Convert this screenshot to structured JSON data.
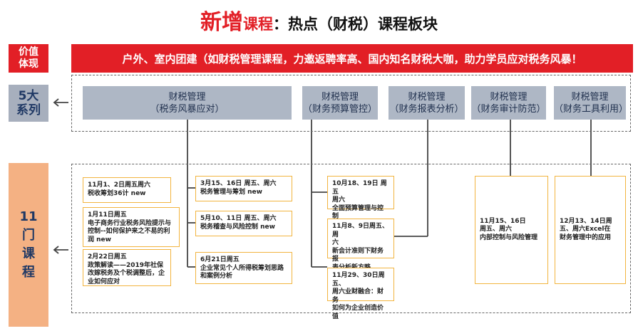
{
  "title": {
    "part1": "新增",
    "part2": "课程",
    "part3": "：热点（财税）课程板块"
  },
  "side_labels": {
    "value": {
      "line1": "价值",
      "line2": "体现"
    },
    "series": {
      "line1": "5大",
      "line2": "系列"
    },
    "courses": {
      "line1": "11",
      "line2": "门",
      "line3": "课",
      "line4": "程"
    }
  },
  "banner": "户外、室内团建（如财税管理课程，力邀返聘率高、国内知名财税大咖，助力学员应对税务风暴！",
  "categories": [
    {
      "line1": "财税管理",
      "line2": "（税务风暴应对）"
    },
    {
      "line1": "财税管理",
      "line2": "（财务预算管控）"
    },
    {
      "line1": "财税管理",
      "line2": "（财务报表分析）"
    },
    {
      "line1": "财税管理",
      "line2": "（财务审计防范）"
    },
    {
      "line1": "财税管理",
      "line2": "（财务工具利用）"
    }
  ],
  "courses": {
    "c1": [
      "11月1、2日周五周六",
      "税收筹划36计 new"
    ],
    "c2": [
      "1月11日周五",
      "电子商务行业税务风险提示与",
      "控制--如何保护来之不易的利",
      "润 new"
    ],
    "c3": [
      "2月22日周五",
      "政策解读——2019年社保",
      "改嫁税务及个税调整后，企",
      "业如何应对"
    ],
    "c4": [
      "3月15、16日  周五、周六",
      "税务管理与筹划 new"
    ],
    "c5": [
      "5月10、11日  周五、周六",
      "税务稽查与风险控制 new"
    ],
    "c6": [
      "6月21日周五",
      "企业常见个人所得税筹划思路",
      "和案例分析"
    ],
    "c7": [
      "10月18、19日 周五",
      "周六",
      "全面预算管理与控制"
    ],
    "c8": [
      "11月8、9日周五、周",
      "六",
      "新会计准则下财务报",
      "表分析新方略"
    ],
    "c9": [
      "11月29、30日周五、",
      "周六业财融合：财务",
      "如何为企业创造价值"
    ],
    "c10": [
      "11月15、16日",
      "周五、周六",
      "内部控制与风险管理"
    ],
    "c11": [
      "12月13、14日周",
      "五、周六Excel在",
      "财务管理中的应用"
    ]
  }
}
